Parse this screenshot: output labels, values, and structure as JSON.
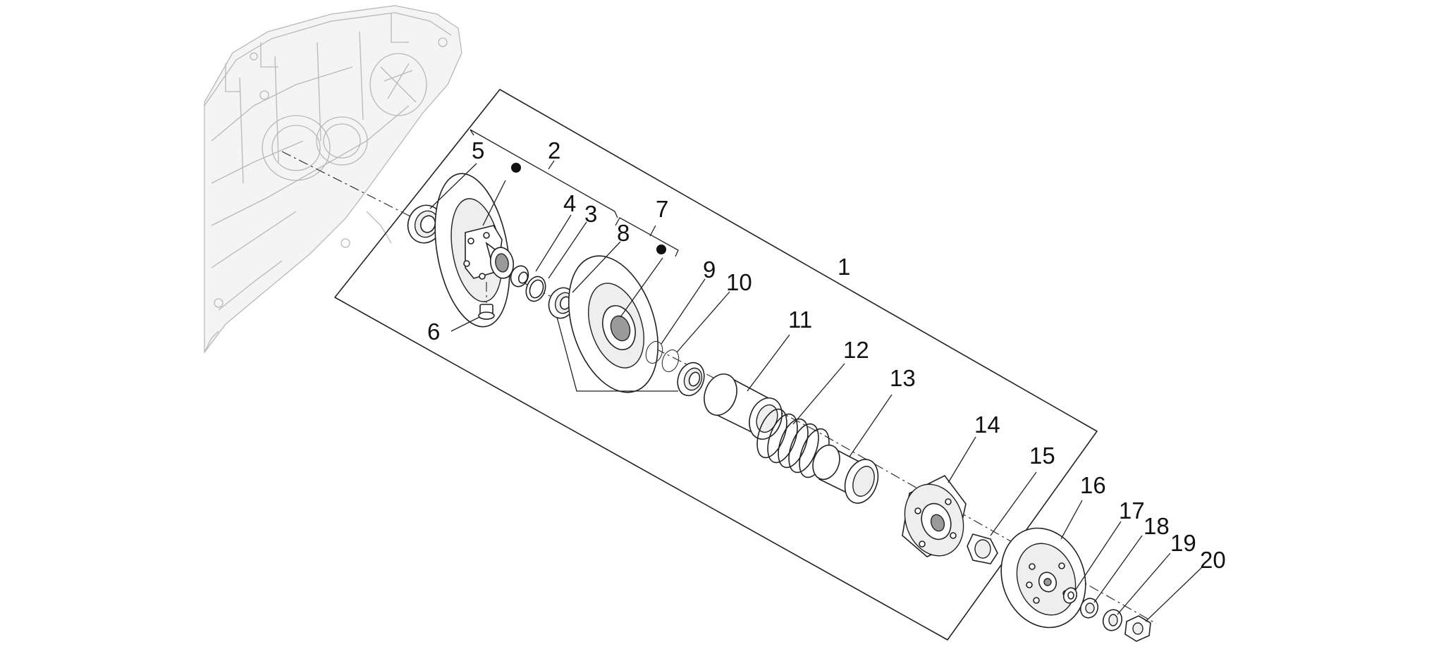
{
  "diagram": {
    "callouts": [
      {
        "id": "1",
        "label": "1"
      },
      {
        "id": "2",
        "label": "2"
      },
      {
        "id": "3",
        "label": "3"
      },
      {
        "id": "4",
        "label": "4"
      },
      {
        "id": "5",
        "label": "5"
      },
      {
        "id": "6",
        "label": "6"
      },
      {
        "id": "7",
        "label": "7"
      },
      {
        "id": "8",
        "label": "8"
      },
      {
        "id": "9",
        "label": "9"
      },
      {
        "id": "10",
        "label": "10"
      },
      {
        "id": "11",
        "label": "11"
      },
      {
        "id": "12",
        "label": "12"
      },
      {
        "id": "13",
        "label": "13"
      },
      {
        "id": "14",
        "label": "14"
      },
      {
        "id": "15",
        "label": "15"
      },
      {
        "id": "16",
        "label": "16"
      },
      {
        "id": "17",
        "label": "17"
      },
      {
        "id": "18",
        "label": "18"
      },
      {
        "id": "19",
        "label": "19"
      },
      {
        "id": "20",
        "label": "20"
      }
    ],
    "colors": {
      "ink": "#222222",
      "ghost": "#b8b8b8",
      "background": "#ffffff"
    }
  }
}
